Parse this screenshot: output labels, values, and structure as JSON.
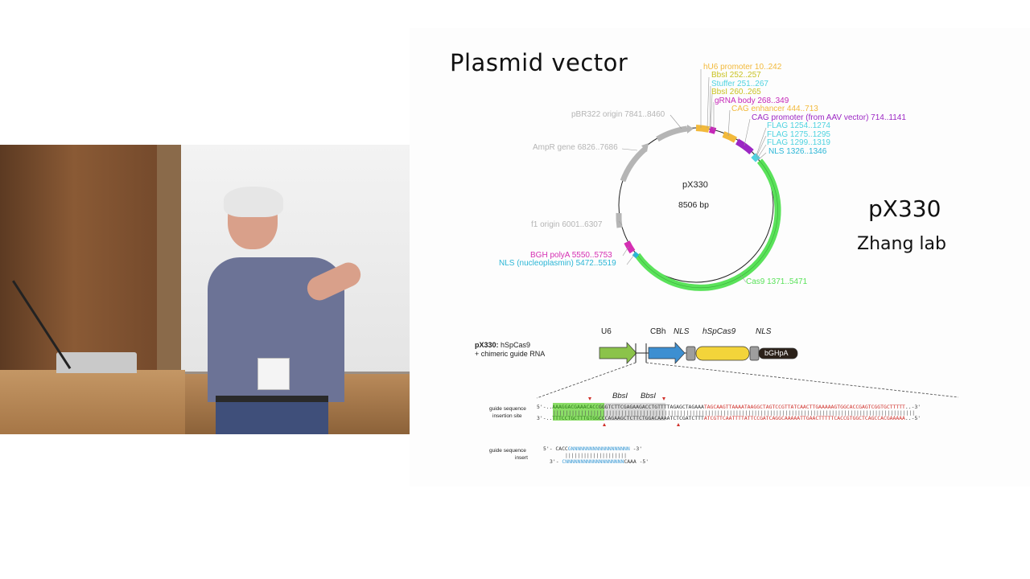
{
  "slide": {
    "title": "Plasmid vector",
    "side_name": "pX330",
    "side_lab": "Zhang lab",
    "plasmid": {
      "name": "pX330",
      "size": "8506 bp",
      "features": [
        {
          "label": "hU6 promoter 10..242",
          "color": "#f2b93b"
        },
        {
          "label": "BbsI 252..257",
          "color": "#c9c223"
        },
        {
          "label": "Stuffer 251..267",
          "color": "#4fd3e0"
        },
        {
          "label": "BbsI 260..265",
          "color": "#c9c223"
        },
        {
          "label": "gRNA body 268..349",
          "color": "#c528b8"
        },
        {
          "label": "CAG enhancer 444..713",
          "color": "#f2b93b"
        },
        {
          "label": "CAG promoter (from AAV vector) 714..1141",
          "color": "#9c27c4"
        },
        {
          "label": "FLAG 1254..1274",
          "color": "#4fd3e0"
        },
        {
          "label": "FLAG 1275..1295",
          "color": "#4fd3e0"
        },
        {
          "label": "FLAG 1299..1319",
          "color": "#4fd3e0"
        },
        {
          "label": "NLS 1326..1346",
          "color": "#2bb6d6"
        },
        {
          "label": "pBR322 origin 7841..8460",
          "color": "#b5b5b5"
        },
        {
          "label": "AmpR gene 6826..7686",
          "color": "#b5b5b5"
        },
        {
          "label": "f1 origin 6001..6307",
          "color": "#b5b5b5"
        },
        {
          "label": "BGH polyA 5550..5753",
          "color": "#d52fb3"
        },
        {
          "label": "NLS (nucleoplasmin) 5472..5519",
          "color": "#2bb6d6"
        },
        {
          "label": "Cas9 1371..5471",
          "color": "#5ae25a"
        }
      ]
    },
    "construct": {
      "name_bold": "pX330:",
      "name_rest": " hSpCas9",
      "subtitle": "+ chimeric guide RNA",
      "u6": "U6",
      "cbh": "CBh",
      "nls1": "NLS",
      "cas9": "hSpCas9",
      "nls2": "NLS",
      "bghpa": "bGHpA"
    },
    "insertion": {
      "label1": "guide sequence",
      "label2": "insertion site",
      "bbsi1": "BbsI",
      "bbsi2": "BbsI",
      "top_prefix": "5'-..",
      "top_green": "AAAGGACGAAACACC",
      "top_grey": "GGGTCTTCGAGAAGACC",
      "top_black": "TGTTTTAGAGCTAGAAA",
      "top_red": "TAGCAAGTTAAAATAAGGCTAGTCCGTTATCAACTTGAAAAAGTGGCACCGAGTCGGTGCTTTTT",
      "top_suffix": "..-3'",
      "pipes": "|||||||||||||||||||||||||||||||||||||||||||||||||||||||||||||||||||||||||||||||||||||||||||||||||||||||||||||||||||||",
      "bot_prefix": "3'-..",
      "bot_green": "TTTCCTGCTTTGTGG",
      "bot_grey": "CCCAGAAGCTCTTCTGG",
      "bot_black": "ACAAAATCTCGATCTTT",
      "bot_red": "ATCGTTCAATTTTATTCCGATCAGGCAAAAATTGAACTTTTTCACCGTGGCTCAGCCACGAAAAA",
      "bot_suffix": "..-5'"
    },
    "guide_insert": {
      "label1": "guide sequence",
      "label2": "insert",
      "top_prefix": "5'- CACC",
      "top_n": "GNNNNNNNNNNNNNNNNNNN",
      "top_suffix": " -3'",
      "pipes": "||||||||||||||||||||",
      "bot_prefix": "3'- ",
      "bot_n": "CNNNNNNNNNNNNNNNNNNN",
      "bot_suffix": "CAAA -5'"
    }
  }
}
